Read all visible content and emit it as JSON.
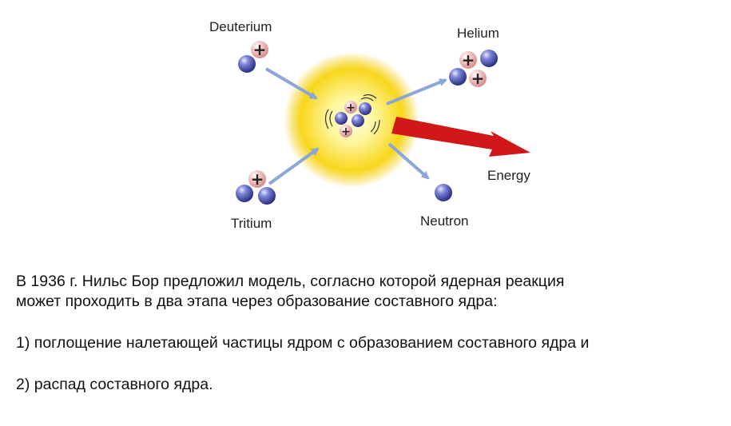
{
  "diagram": {
    "labels": {
      "deuterium": "Deuterium",
      "tritium": "Tritium",
      "helium": "Helium",
      "neutron": "Neutron",
      "energy": "Energy"
    },
    "plus_sign": "+"
  },
  "text": {
    "intro_line1": "В 1936 г. Нильс Бор предложил модель, согласно которой ядерная реакция",
    "intro_line2": "может проходить в два этапа через образование составного ядра:",
    "step1": "1)  поглощение налетающей частицы ядром с образованием составного ядра и",
    "step2": "2) распад составного ядра."
  },
  "colors": {
    "neutron": "#3a3f9c",
    "proton": "#e8a8a8",
    "arrow": "#8ba6d8",
    "energy_arrow": "#d01818",
    "glow_core": "#fff6a0",
    "glow_edge": "#f3c800"
  }
}
